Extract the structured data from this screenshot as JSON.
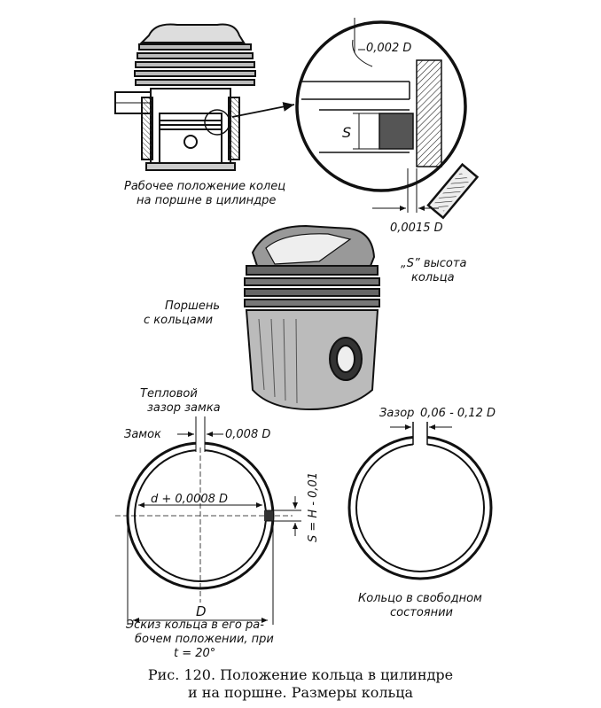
{
  "labels": {
    "working_position_1": "Рабочее положение колец",
    "working_position_2": "на поршне в цилиндре",
    "s_height_1": "„S” высота",
    "s_height_2": "кольца",
    "piston_rings_1": "Поршень",
    "piston_rings_2": "с кольцами",
    "thermal_gap_1": "Тепловой",
    "thermal_gap_2": "зазор замка",
    "lock": "Замок",
    "gap": "Зазор",
    "free_ring_1": "Кольцо в свободном",
    "free_ring_2": "состоянии",
    "sketch_1": "Эскиз кольца в его ра-",
    "sketch_2": "бочем положении, при",
    "sketch_3": "t = 20°"
  },
  "dimensions": {
    "top_clearance": "0,002 D",
    "s_mark": "S",
    "bottom_clearance": "0,0015 D",
    "lock_gap": "0,008 D",
    "inner_diameter": "d + 0,0008 D",
    "s_formula": "S = H - 0,01",
    "outer_diameter": "D",
    "free_gap": "0,06 - 0,12 D"
  },
  "caption": {
    "line1": "Рис. 120. Положение  кольца в цилиндре",
    "line2": "и на поршне. Размеры кольца"
  }
}
